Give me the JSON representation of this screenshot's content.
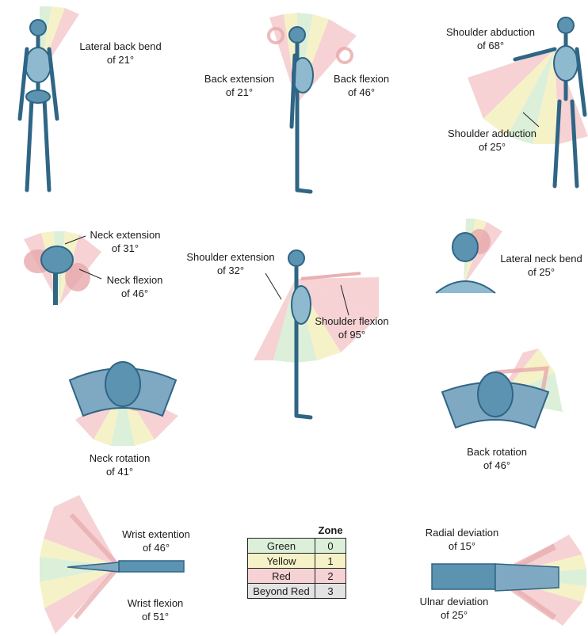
{
  "colors": {
    "green": "#dcefd9",
    "yellow": "#f6f2c8",
    "red": "#f6d2d4",
    "beyond": "#e3e3e3",
    "bone": "#5b93b0",
    "bone_dark": "#2f6585",
    "ghost": "#e7a9ab"
  },
  "labels": {
    "lateral_back_bend": {
      "line1": "Lateral back bend",
      "line2": "of 21°"
    },
    "back_extension": {
      "line1": "Back extension",
      "line2": "of 21°"
    },
    "back_flexion": {
      "line1": "Back flexion",
      "line2": "of 46°"
    },
    "shoulder_abduction": {
      "line1": "Shoulder abduction",
      "line2": "of 68°"
    },
    "shoulder_adduction": {
      "line1": "Shoulder adduction",
      "line2": "of 25°"
    },
    "neck_extension": {
      "line1": "Neck extension",
      "line2": "of 31°"
    },
    "neck_flexion": {
      "line1": "Neck flexion",
      "line2": "of 46°"
    },
    "shoulder_extension": {
      "line1": "Shoulder extension",
      "line2": "of 32°"
    },
    "shoulder_flexion": {
      "line1": "Shoulder flexion",
      "line2": "of 95°"
    },
    "lateral_neck_bend": {
      "line1": "Lateral neck bend",
      "line2": "of 25°"
    },
    "neck_rotation": {
      "line1": "Neck rotation",
      "line2": "of 41°"
    },
    "back_rotation": {
      "line1": "Back rotation",
      "line2": "of 46°"
    },
    "wrist_extension": {
      "line1": "Wrist extention",
      "line2": "of 46°"
    },
    "wrist_flexion": {
      "line1": "Wrist flexion",
      "line2": "of 51°"
    },
    "radial_deviation": {
      "line1": "Radial deviation",
      "line2": "of 15°"
    },
    "ulnar_deviation": {
      "line1": "Ulnar deviation",
      "line2": "of 25°"
    }
  },
  "zone_table": {
    "header": "Zone",
    "rows": [
      {
        "name": "Green",
        "value": "0",
        "color_key": "green"
      },
      {
        "name": "Yellow",
        "value": "1",
        "color_key": "yellow"
      },
      {
        "name": "Red",
        "value": "2",
        "color_key": "red"
      },
      {
        "name": "Beyond Red",
        "value": "3",
        "color_key": "beyond"
      }
    ]
  }
}
